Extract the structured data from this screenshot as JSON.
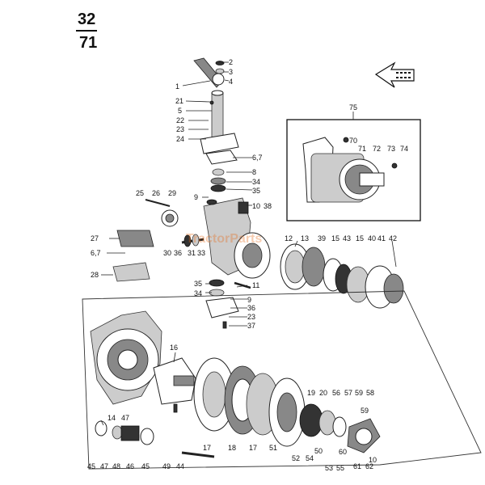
{
  "page": {
    "number_top": "32",
    "number_bottom": "71"
  },
  "watermark": "TractorParts",
  "detail_callout": "75",
  "colors": {
    "ink": "#222222",
    "watermark": "#e66e1e"
  },
  "parts": [
    {
      "id": "p2",
      "text": "2"
    },
    {
      "id": "p3",
      "text": "3"
    },
    {
      "id": "p4",
      "text": "4"
    },
    {
      "id": "p1",
      "text": "1"
    },
    {
      "id": "p21",
      "text": "21"
    },
    {
      "id": "p5",
      "text": "5"
    },
    {
      "id": "p22",
      "text": "22"
    },
    {
      "id": "p23a",
      "text": "23"
    },
    {
      "id": "p24",
      "text": "24"
    },
    {
      "id": "p67a",
      "text": "6,7"
    },
    {
      "id": "p8",
      "text": "8"
    },
    {
      "id": "p34a",
      "text": "34"
    },
    {
      "id": "p35a",
      "text": "35"
    },
    {
      "id": "p9a",
      "text": "9"
    },
    {
      "id": "p10",
      "text": "10"
    },
    {
      "id": "p38",
      "text": "38"
    },
    {
      "id": "p25",
      "text": "25"
    },
    {
      "id": "p26",
      "text": "26"
    },
    {
      "id": "p29",
      "text": "29"
    },
    {
      "id": "p27",
      "text": "27"
    },
    {
      "id": "p67b",
      "text": "6,7"
    },
    {
      "id": "p28",
      "text": "28"
    },
    {
      "id": "p30",
      "text": "30"
    },
    {
      "id": "p36a",
      "text": "36"
    },
    {
      "id": "p31",
      "text": "31"
    },
    {
      "id": "p33",
      "text": "33"
    },
    {
      "id": "p12",
      "text": "12"
    },
    {
      "id": "p13",
      "text": "13"
    },
    {
      "id": "p39",
      "text": "39"
    },
    {
      "id": "p15a",
      "text": "15"
    },
    {
      "id": "p43",
      "text": "43"
    },
    {
      "id": "p15b",
      "text": "15"
    },
    {
      "id": "p40",
      "text": "40"
    },
    {
      "id": "p41",
      "text": "41"
    },
    {
      "id": "p42",
      "text": "42"
    },
    {
      "id": "p35b",
      "text": "35"
    },
    {
      "id": "p11",
      "text": "11"
    },
    {
      "id": "p34b",
      "text": "34"
    },
    {
      "id": "p9b",
      "text": "9"
    },
    {
      "id": "p36b",
      "text": "36"
    },
    {
      "id": "p23b",
      "text": "23"
    },
    {
      "id": "p37",
      "text": "37"
    },
    {
      "id": "p75",
      "text": "75"
    },
    {
      "id": "p70",
      "text": "70"
    },
    {
      "id": "p71",
      "text": "71"
    },
    {
      "id": "p72",
      "text": "72"
    },
    {
      "id": "p73",
      "text": "73"
    },
    {
      "id": "p74",
      "text": "74"
    },
    {
      "id": "p16",
      "text": "16"
    },
    {
      "id": "p14",
      "text": "14"
    },
    {
      "id": "p47a",
      "text": "47"
    },
    {
      "id": "p19",
      "text": "19"
    },
    {
      "id": "p20",
      "text": "20"
    },
    {
      "id": "p56",
      "text": "56"
    },
    {
      "id": "p57",
      "text": "57"
    },
    {
      "id": "p59a",
      "text": "59"
    },
    {
      "id": "p58",
      "text": "58"
    },
    {
      "id": "p59b",
      "text": "59"
    },
    {
      "id": "p45a",
      "text": "45"
    },
    {
      "id": "p47b",
      "text": "47"
    },
    {
      "id": "p48",
      "text": "48"
    },
    {
      "id": "p46",
      "text": "46"
    },
    {
      "id": "p45b",
      "text": "45"
    },
    {
      "id": "p49",
      "text": "49"
    },
    {
      "id": "p44",
      "text": "44"
    },
    {
      "id": "p17a",
      "text": "17"
    },
    {
      "id": "p18",
      "text": "18"
    },
    {
      "id": "p17b",
      "text": "17"
    },
    {
      "id": "p51",
      "text": "51"
    },
    {
      "id": "p52",
      "text": "52"
    },
    {
      "id": "p54",
      "text": "54"
    },
    {
      "id": "p50",
      "text": "50"
    },
    {
      "id": "p53",
      "text": "53"
    },
    {
      "id": "p55",
      "text": "55"
    },
    {
      "id": "p60",
      "text": "60"
    },
    {
      "id": "p61",
      "text": "61"
    },
    {
      "id": "p62",
      "text": "62"
    },
    {
      "id": "p10b",
      "text": "10"
    }
  ]
}
